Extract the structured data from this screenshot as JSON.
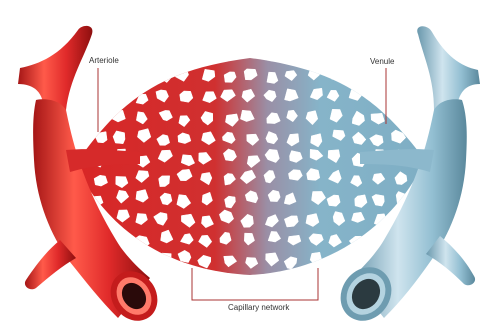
{
  "labels": {
    "arteriole": "Arteriole",
    "venule": "Venule",
    "capillary": "Capillary network"
  },
  "colors": {
    "artery": "#e02a2a",
    "artery_dark": "#9e1212",
    "artery_light": "#ff6a5c",
    "vein": "#8fbcd0",
    "vein_dark": "#5e8ea4",
    "vein_light": "#c4dde8",
    "mesh_blend": "#a96b79",
    "leader": "#a33",
    "text": "#333333"
  }
}
